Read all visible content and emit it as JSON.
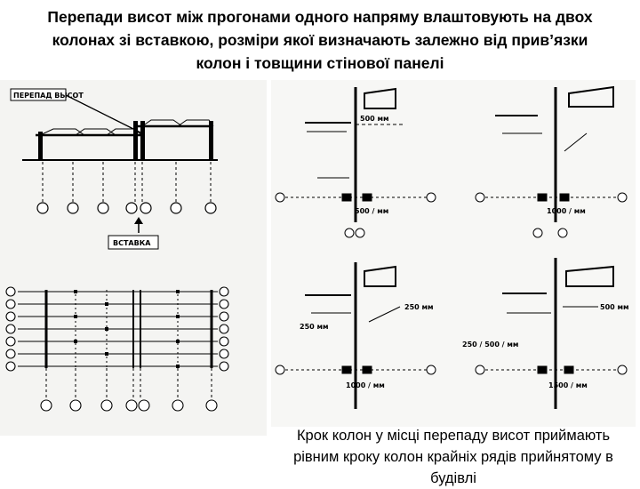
{
  "slide": {
    "title_lines": [
      "Перепади висот між прогонами одного напряму влаштовують на двох",
      "колонах зі вставкою, розміри якої визначають залежно від прив’язки",
      "колон і товщини стінової панелі"
    ],
    "caption_lines": [
      "Крок колон у місці перепаду висот приймають",
      "рівним кроку колон крайніх рядів прийнятому в",
      "будівлі"
    ]
  },
  "figure_left": {
    "label_drop": "ПЕРЕПАД ВЫСОТ",
    "label_insert": "ВСТАВКА"
  },
  "details": [
    {
      "dim": "500 мм",
      "step": "500 / мм"
    },
    {
      "dim": "",
      "step": "1000 / мм"
    },
    {
      "dim_left": "250 мм",
      "dim_right": "250 мм",
      "step": "1000 / мм"
    },
    {
      "dim_left": "250 / 500 / мм",
      "dim_right": "500 мм",
      "step": "1500 / мм"
    }
  ]
}
